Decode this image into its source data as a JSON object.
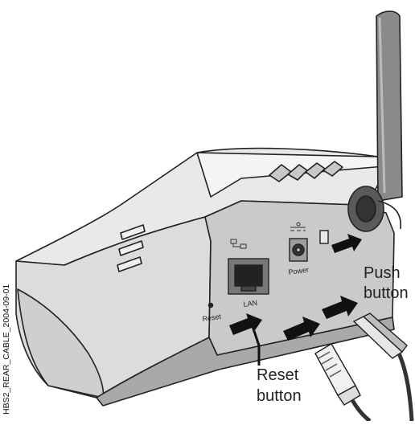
{
  "labels": {
    "reset_port": "Reset",
    "lan_port": "LAN",
    "power_port": "Power"
  },
  "callouts": {
    "push": [
      "Push",
      "button"
    ],
    "reset": [
      "Reset",
      "button"
    ]
  },
  "figure_id": "HBS2_REAR_CABLE_2004-09-01",
  "colors": {
    "body_light": "#ececec",
    "body_mid": "#d6d6d6",
    "body_dark": "#9a9a9a",
    "panel": "#c9c9c9",
    "arrow": "#111111"
  }
}
